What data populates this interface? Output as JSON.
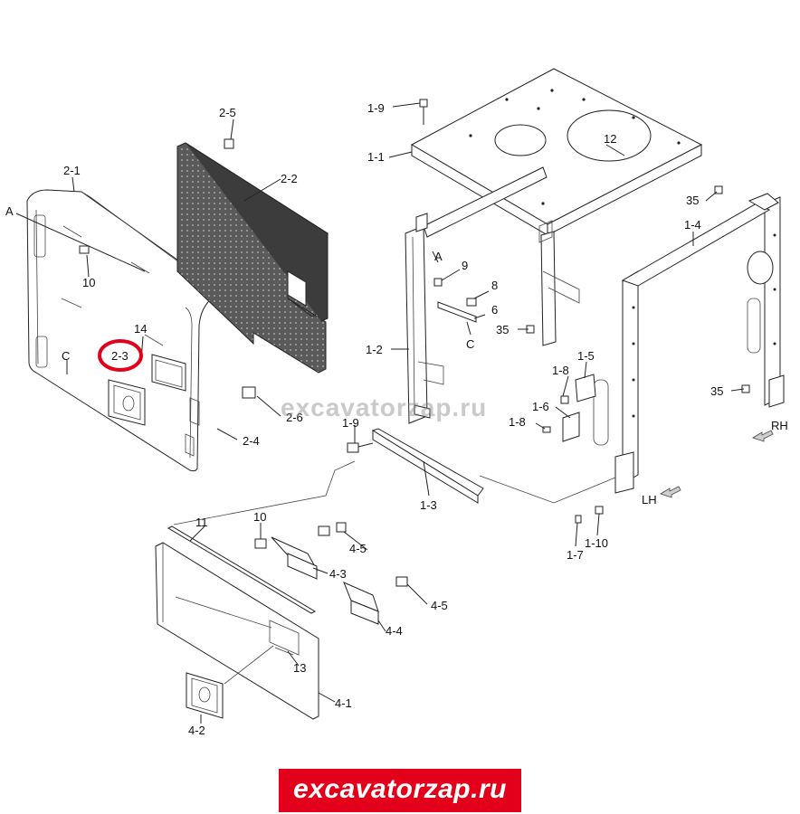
{
  "watermark": "excavatorzap.ru",
  "footer": {
    "text": "excavatorzap.ru",
    "background": "#e3001b",
    "color": "#ffffff"
  },
  "highlight": {
    "label": "2-3",
    "color": "#e3001b"
  },
  "callouts": [
    {
      "id": "c-2-5",
      "text": "2-5"
    },
    {
      "id": "c-2-1",
      "text": "2-1"
    },
    {
      "id": "c-2-2",
      "text": "2-2"
    },
    {
      "id": "c-A-1",
      "text": "A"
    },
    {
      "id": "c-10-1",
      "text": "10"
    },
    {
      "id": "c-14",
      "text": "14"
    },
    {
      "id": "c-2-3",
      "text": "2-3"
    },
    {
      "id": "c-C-1",
      "text": "C"
    },
    {
      "id": "c-2-6",
      "text": "2-6"
    },
    {
      "id": "c-2-4",
      "text": "2-4"
    },
    {
      "id": "c-1-9-a",
      "text": "1-9"
    },
    {
      "id": "c-1-1",
      "text": "1-1"
    },
    {
      "id": "c-12",
      "text": "12"
    },
    {
      "id": "c-35-a",
      "text": "35"
    },
    {
      "id": "c-1-4",
      "text": "1-4"
    },
    {
      "id": "c-A-2",
      "text": "A"
    },
    {
      "id": "c-9",
      "text": "9"
    },
    {
      "id": "c-8",
      "text": "8"
    },
    {
      "id": "c-6",
      "text": "6"
    },
    {
      "id": "c-C-2",
      "text": "C"
    },
    {
      "id": "c-35-b",
      "text": "35"
    },
    {
      "id": "c-1-2",
      "text": "1-2"
    },
    {
      "id": "c-1-5",
      "text": "1-5"
    },
    {
      "id": "c-1-8-a",
      "text": "1-8"
    },
    {
      "id": "c-1-6",
      "text": "1-6"
    },
    {
      "id": "c-1-8-b",
      "text": "1-8"
    },
    {
      "id": "c-35-c",
      "text": "35"
    },
    {
      "id": "c-RH",
      "text": "RH"
    },
    {
      "id": "c-1-9-b",
      "text": "1-9"
    },
    {
      "id": "c-1-3",
      "text": "1-3"
    },
    {
      "id": "c-LH",
      "text": "LH"
    },
    {
      "id": "c-1-10",
      "text": "1-10"
    },
    {
      "id": "c-1-7",
      "text": "1-7"
    },
    {
      "id": "c-11",
      "text": "11"
    },
    {
      "id": "c-10-2",
      "text": "10"
    },
    {
      "id": "c-4-5-a",
      "text": "4-5"
    },
    {
      "id": "c-4-3",
      "text": "4-3"
    },
    {
      "id": "c-4-5-b",
      "text": "4-5"
    },
    {
      "id": "c-4-4",
      "text": "4-4"
    },
    {
      "id": "c-13",
      "text": "13"
    },
    {
      "id": "c-4-1",
      "text": "4-1"
    },
    {
      "id": "c-4-2",
      "text": "4-2"
    }
  ]
}
